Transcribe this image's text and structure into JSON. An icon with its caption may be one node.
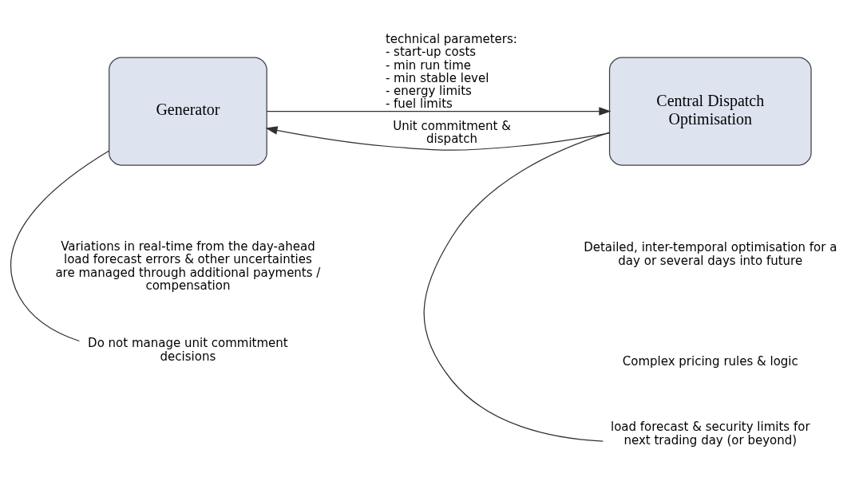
{
  "diagram": {
    "nodes": [
      {
        "text": [
          "Generator"
        ]
      },
      {
        "text": [
          "Central Dispatch Optimisation"
        ]
      },
      {
        "text": [
          "Do not manage unit commitment decisions"
        ]
      },
      {
        "text": [
          "load forecast & security limits for next trading day (or beyond)"
        ]
      }
    ],
    "edges": [
      {
        "from": 0,
        "to": 1,
        "arrow": "to",
        "label": "technical parameters: - start-up costs - min run time - min stable level - energy limits - fuel limits"
      },
      {
        "from": 1,
        "to": 0,
        "arrow": "to",
        "label": "Unit commitment & dispatch"
      },
      {
        "from": 2,
        "to": 0,
        "arrow": "none"
      },
      {
        "from": 3,
        "to": 1,
        "arrow": "none"
      }
    ],
    "labels": [
      "Detailed, inter-temporal optimisation for a day or several days into future",
      "Variations in real-time from the day-ahead load forecast errors & other uncertainties are managed through additional payments / compensation",
      "Complex pricing rules & logic"
    ]
  }
}
